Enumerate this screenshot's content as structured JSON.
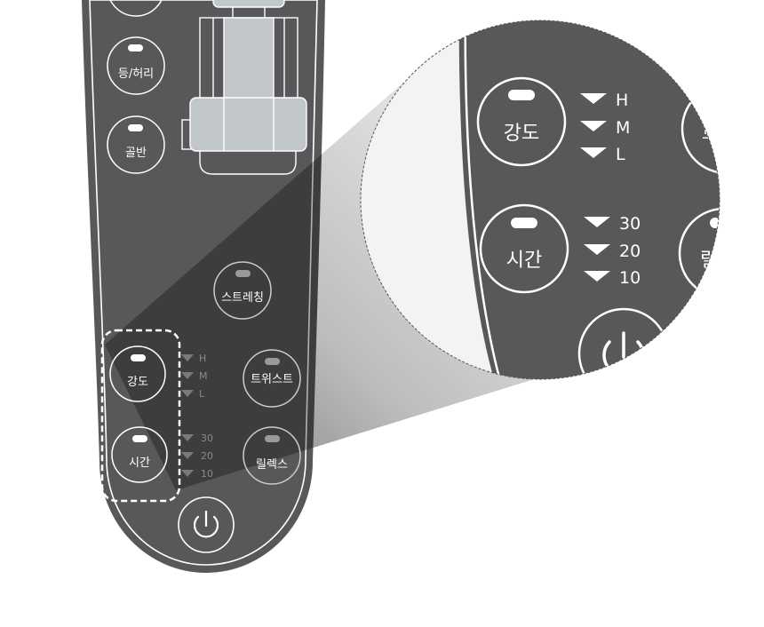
{
  "remote": {
    "buttons": {
      "back_waist": "등/허리",
      "pelvis": "골반",
      "stretching": "스트레칭",
      "intensity": "강도",
      "twist": "트위스트",
      "time": "시간",
      "relax": "릴렉스"
    },
    "intensity_levels": [
      "H",
      "M",
      "L"
    ],
    "time_levels": [
      "30",
      "20",
      "10"
    ]
  },
  "magnifier": {
    "intensity": "강도",
    "time": "시간",
    "intensity_levels": [
      "H",
      "M",
      "L"
    ],
    "time_levels": [
      "30",
      "20",
      "10"
    ],
    "twist_partial": "트",
    "relax_partial": "릴"
  },
  "colors": {
    "body": "#58585a",
    "chair": "#c1c7ca",
    "outline": "#ffffff"
  }
}
